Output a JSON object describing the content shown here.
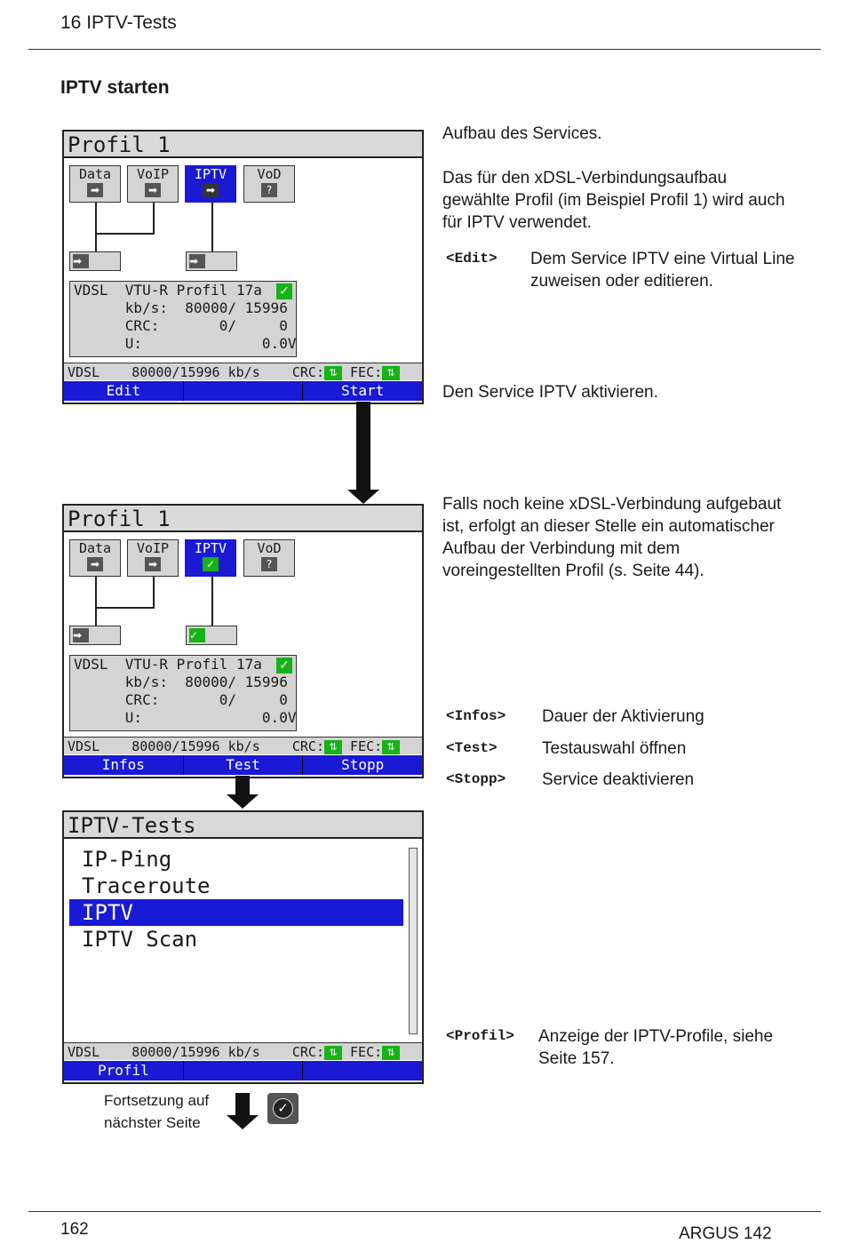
{
  "header": {
    "chapter": "16 IPTV-Tests"
  },
  "section": {
    "title": "IPTV starten"
  },
  "screen1": {
    "title": "Profil 1",
    "services": [
      "Data",
      "VoIP",
      "IPTV",
      "VoD"
    ],
    "info_lines": "VDSL  VTU-R Profil 17a\n      kb/s:  80000/ 15996\n      CRC:       0/     0\n      U:              0.0V",
    "status": "VDSL    80000/15996 kb/s    CRC:",
    "status_fec": " FEC:",
    "softkeys": [
      "Edit",
      "",
      "Start"
    ]
  },
  "screen2": {
    "title": "Profil 1",
    "services": [
      "Data",
      "VoIP",
      "IPTV",
      "VoD"
    ],
    "info_lines": "VDSL  VTU-R Profil 17a\n      kb/s:  80000/ 15996\n      CRC:       0/     0\n      U:              0.0V",
    "status": "VDSL    80000/15996 kb/s    CRC:",
    "status_fec": " FEC:",
    "softkeys": [
      "Infos",
      "Test",
      "Stopp"
    ]
  },
  "screen3": {
    "title": "IPTV-Tests",
    "items": [
      "IP-Ping",
      "Traceroute",
      "IPTV",
      "IPTV Scan"
    ],
    "selected": "IPTV",
    "status": "VDSL    80000/15996 kb/s    CRC:",
    "status_fec": " FEC:",
    "softkeys": [
      "Profil",
      "",
      ""
    ]
  },
  "right": {
    "p1": "Aufbau des Services.",
    "p2": "Das für den xDSL-Verbindungsaufbau gewählte Profil (im Beispiel Profil 1) wird auch für IPTV verwendet.",
    "edit_key": "<Edit>",
    "edit_desc": "Dem Service IPTV eine Virtual Line zuweisen oder editieren.",
    "p3": "Den Service IPTV aktivieren.",
    "p4": "Falls noch keine xDSL-Verbindung aufgebaut ist, erfolgt an dieser Stelle ein automatischer Aufbau der Verbindung mit dem voreingestellten Profil (s. Seite 44).",
    "infos_key": "<Infos>",
    "infos_desc": "Dauer der Aktivierung",
    "test_key": "<Test>",
    "test_desc": "Testauswahl öffnen",
    "stopp_key": "<Stopp>",
    "stopp_desc": "Service deaktivieren",
    "profil_key": "<Profil>",
    "profil_desc": "Anzeige der IPTV-Profile, siehe Seite 157."
  },
  "continuation": {
    "text": "Fortsetzung auf nächster Seite"
  },
  "footer": {
    "page_number": "162",
    "product": "ARGUS 142"
  },
  "colors": {
    "softkey_bar": "#1919d6",
    "ok_green": "#16b316",
    "screen_grey": "#d4d4d4"
  },
  "icons": {
    "service": "arrow-right-icon",
    "vod": "question-icon",
    "active": "checkmark-icon"
  }
}
